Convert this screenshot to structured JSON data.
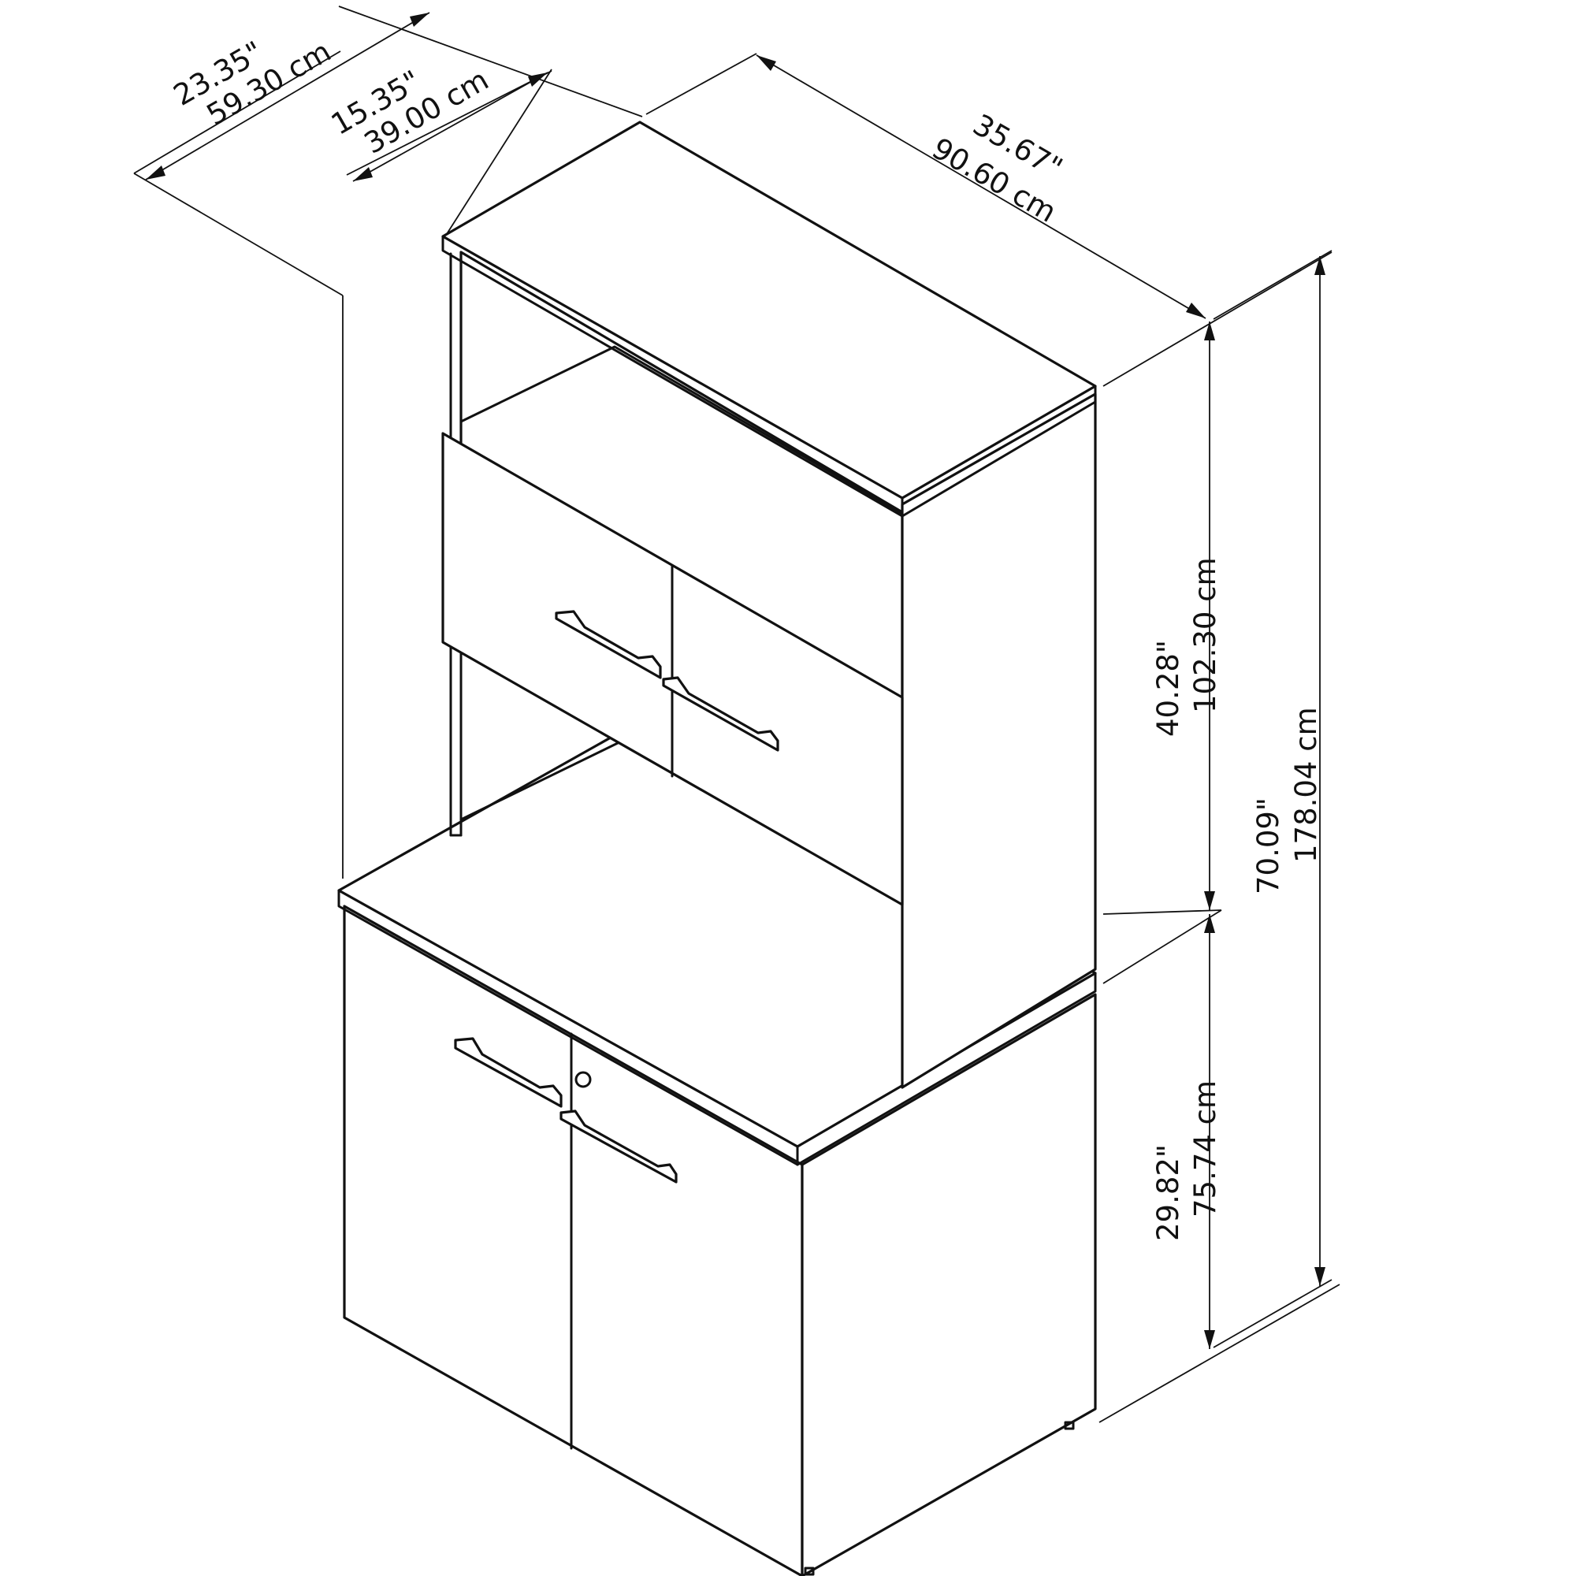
{
  "dimensions": {
    "depth_total": {
      "inches": "23.35\"",
      "cm": "59.30 cm"
    },
    "depth_hutch": {
      "inches": "15.35\"",
      "cm": "39.00 cm"
    },
    "width": {
      "inches": "35.67\"",
      "cm": "90.60 cm"
    },
    "height_hutch": {
      "inches": "40.28\"",
      "cm": "102.30 cm"
    },
    "height_total": {
      "inches": "70.09\"",
      "cm": "178.04 cm"
    },
    "height_base": {
      "inches": "29.82\"",
      "cm": "75.74 cm"
    }
  },
  "style": {
    "line_color": "#111111",
    "background": "#ffffff"
  }
}
